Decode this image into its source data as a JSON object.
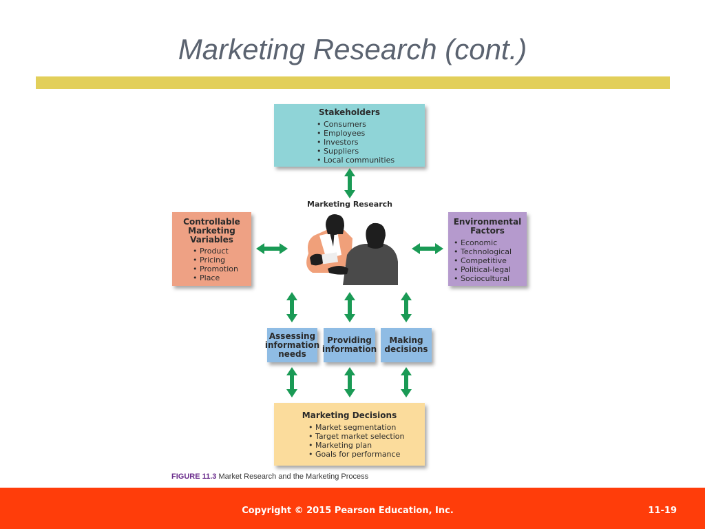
{
  "slide": {
    "title": "Marketing Research (cont.)",
    "footer_copyright": "Copyright © 2015 Pearson Education, Inc.",
    "page_number": "11-19"
  },
  "diagram": {
    "stakeholders": {
      "title": "Stakeholders",
      "items": [
        "Consumers",
        "Employees",
        "Investors",
        "Suppliers",
        "Local communities"
      ]
    },
    "center_label": "Marketing Research",
    "controllable": {
      "title": "Controllable Marketing Variables",
      "items": [
        "Product",
        "Pricing",
        "Promotion",
        "Place"
      ]
    },
    "environmental": {
      "title": "Environmental Factors",
      "items": [
        "Economic",
        "Technological",
        "Competitive",
        "Political-legal",
        "Sociocultural"
      ]
    },
    "process": {
      "assessing": "Assessing information needs",
      "providing": "Providing information",
      "making": "Making decisions"
    },
    "decisions": {
      "title": "Marketing Decisions",
      "items": [
        "Market segmentation",
        "Target market selection",
        "Marketing plan",
        "Goals for performance"
      ]
    },
    "caption_label": "FIGURE 11.3",
    "caption_text": "Market Research and the Marketing Process"
  },
  "colors": {
    "stakeholders": "#8fd4d7",
    "controllable": "#eea184",
    "environmental": "#b59acd",
    "process": "#8fbce4",
    "decisions": "#fbdc9c",
    "arrow": "#1a9a55",
    "title_bar": "#e2cf5a",
    "footer": "#ff3d0a"
  }
}
